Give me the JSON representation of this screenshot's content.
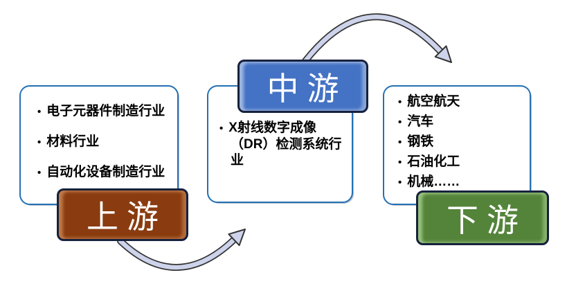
{
  "diagram": {
    "title_implicit": "",
    "background": "#FFFFFF",
    "panel_border_color": "#2470B3",
    "arrow_style": {
      "fill": "#CDD3EA",
      "outline": "#333333"
    },
    "stages": [
      {
        "id": "upstream",
        "label": "上游",
        "fill": "#8A3C10",
        "border": "#16213D",
        "highlight": "#CE8A55",
        "items": [
          "电子元器件制造行业",
          "材料行业",
          "自动化设备制造行业"
        ]
      },
      {
        "id": "midstream",
        "label": "中游",
        "fill": "#4472C4",
        "border": "#16213D",
        "highlight": "#B4C7E7",
        "items": [
          "X射线数字成像（DR）检测系统行业"
        ]
      },
      {
        "id": "downstream",
        "label": "下游",
        "fill": "#54843A",
        "border": "#16213D",
        "highlight": "#A9D18E",
        "items": [
          "航空航天",
          "汽车",
          "钢铁",
          "石油化工",
          "机械……"
        ]
      }
    ],
    "arrows": [
      {
        "from": "upstream",
        "to": "midstream",
        "position": "bottom"
      },
      {
        "from": "midstream",
        "to": "downstream",
        "position": "top"
      }
    ]
  }
}
